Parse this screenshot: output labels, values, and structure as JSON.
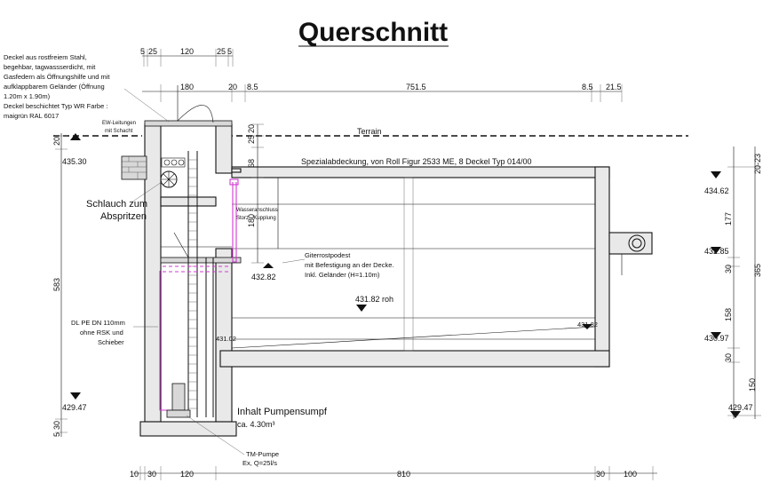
{
  "title": "Querschnitt",
  "notes": {
    "deckel": [
      "Deckel aus rostfreiem Stahl,",
      "begehbar, tagwassserdicht, mit",
      "Gasfedern als Öffnungshilfe und mit",
      "aufklappbarem Geländer (Öffnung",
      "1.20m x 1.90m)",
      "Deckel beschichtet Typ WR Farbe :",
      "maigrün RAL 6017"
    ],
    "ew": [
      "EW-Leitungen",
      "mit Schacht"
    ],
    "schlauch": [
      "Schlauch zum",
      "Abspritzen"
    ],
    "wasser": [
      "Wasseranschluss",
      "Storz - Kupplung"
    ],
    "giterrost": [
      "Giterrostpodest",
      "mit Befestigung an der Decke.",
      "Inkl. Geländer (H=1.10m)"
    ],
    "dl": [
      "DL PE DN 110mm",
      "ohne RSK und",
      "Schieber"
    ],
    "inhalt": [
      "Inhalt Pumpensumpf",
      "ca. 4.30m³"
    ],
    "tm": [
      "TM-Pumpe",
      "Ex, Q=25l/s"
    ],
    "terrain": "Terrain",
    "spezial": "Spezialabdeckung, von Roll Figur 2533 ME, 8 Deckel Typ 014/00",
    "roh": "431.82 roh"
  },
  "top_dims": [
    "5",
    "25",
    "120",
    "25",
    "5",
    "180",
    "20",
    "8.5",
    "751.5",
    "8.5",
    "21.5"
  ],
  "bottom_dims": [
    "10",
    "30",
    "120",
    "810",
    "30",
    "100"
  ],
  "left_dims": [
    "20",
    "583",
    "30",
    "5"
  ],
  "mid_dims": [
    "20",
    "25",
    "68",
    "180"
  ],
  "right_dims": [
    "20-23",
    "177",
    "365",
    "30",
    "158",
    "30",
    "150"
  ],
  "elevations": {
    "left_top": "435.30",
    "left_bottom": "429.47",
    "giter": "432.82",
    "r1": "434.62",
    "r2": "432.85",
    "r3": "430.97",
    "r4": "429.47",
    "in_left": "431.02",
    "in_right": "431.82"
  }
}
